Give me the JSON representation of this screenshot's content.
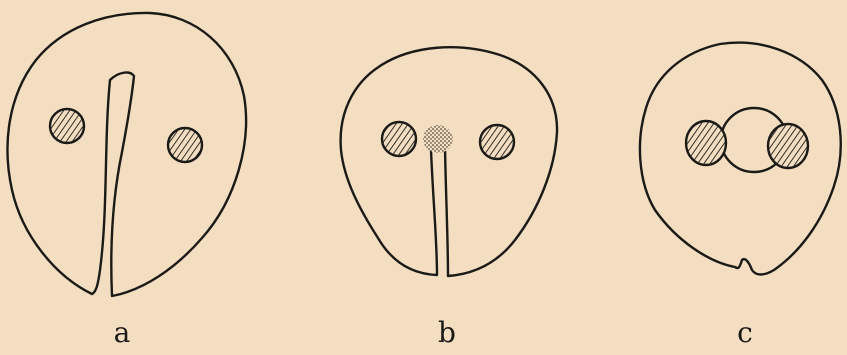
{
  "panels": [
    {
      "label": "a"
    },
    {
      "label": "b"
    },
    {
      "label": "c"
    }
  ],
  "colors": {
    "background": "#f3dec1",
    "ink": "#1c1a17"
  }
}
